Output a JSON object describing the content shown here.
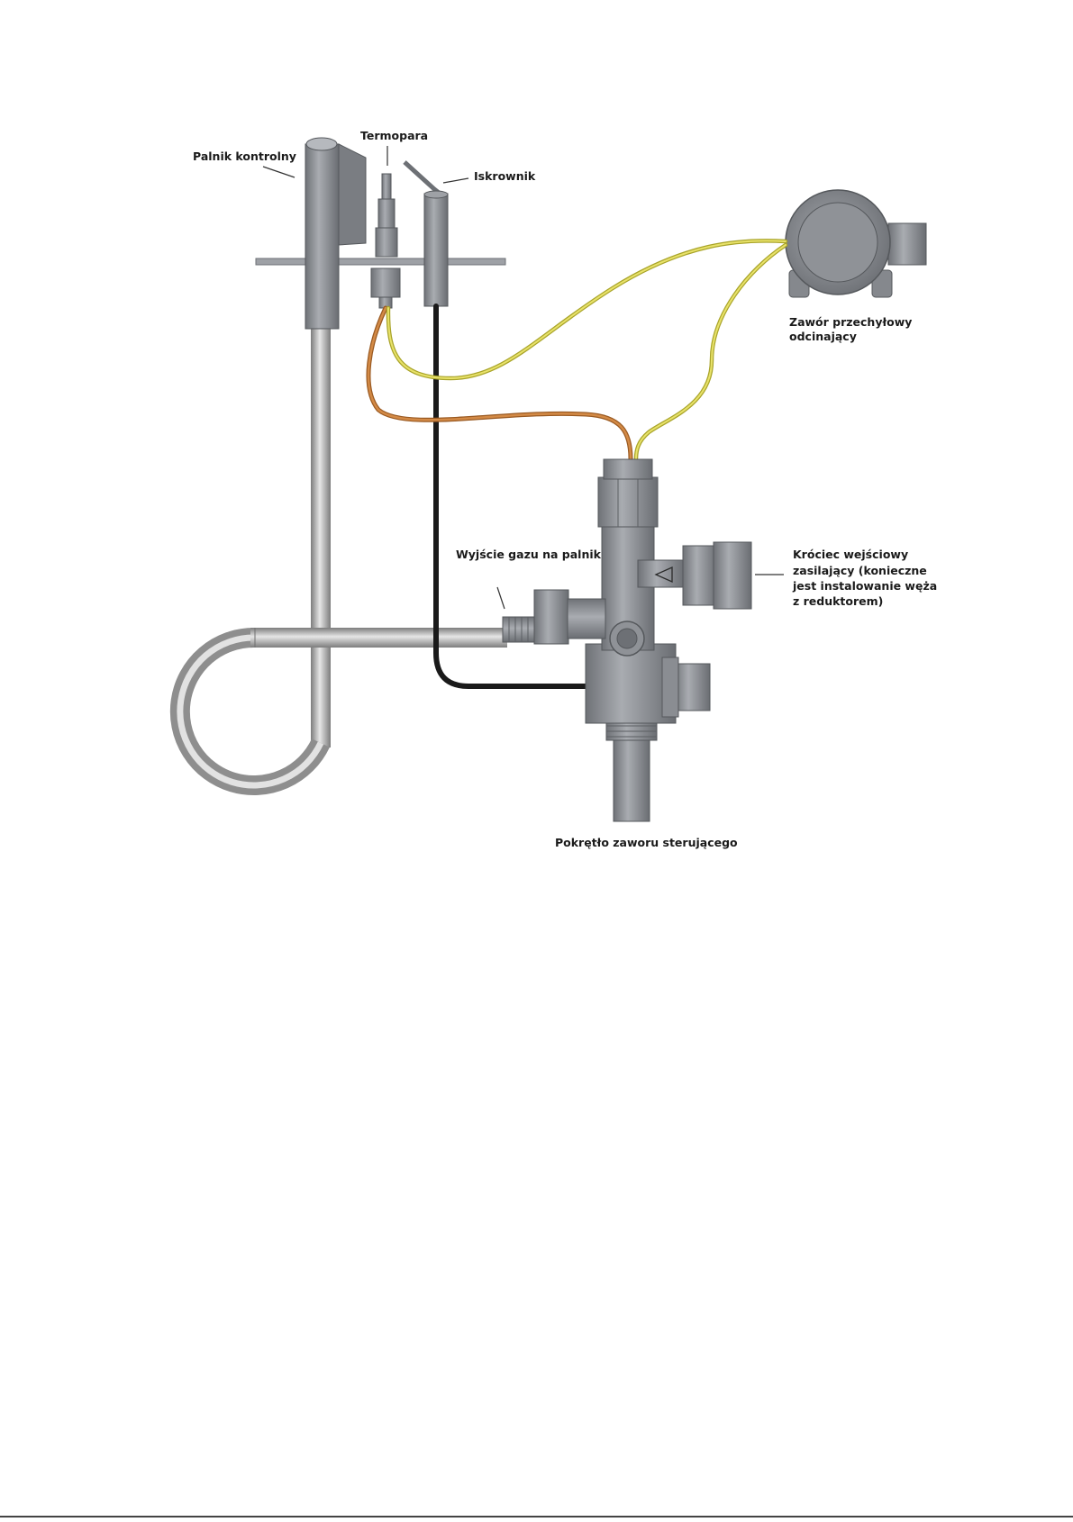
{
  "diagram": {
    "labels": {
      "pilot_burner": "Palnik kontrolny",
      "thermocouple": "Termopara",
      "igniter": "Iskrownik",
      "tilt_valve_line1": "Zawór przechyłowy",
      "tilt_valve_line2": "odcinający",
      "gas_outlet": "Wyjście gazu na palnik",
      "inlet_line1": "Króciec wejściowy",
      "inlet_line2": "zasilający (konieczne",
      "inlet_line3": "jest instalowanie węża",
      "inlet_line4": "z reduktorem)",
      "knob": "Pokrętło zaworu sterującego"
    },
    "colors": {
      "yellow_wire": "#d8d24a",
      "orange_wire": "#c47a34",
      "black_wire": "#1a1a1a",
      "pipe": "#b8b8b8",
      "component": "#8a8d92"
    }
  }
}
